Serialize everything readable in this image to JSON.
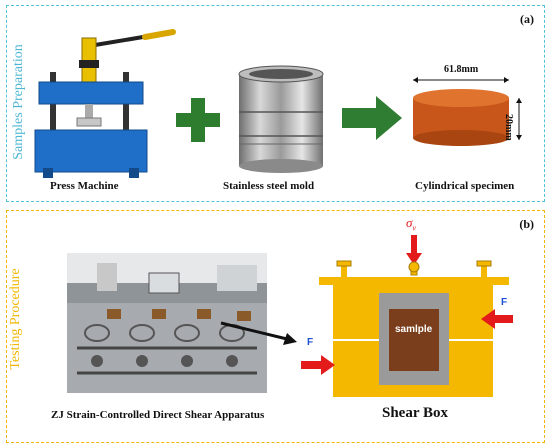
{
  "panel_a": {
    "side_label": "Samples Preparation",
    "letter": "(a)",
    "press_caption": "Press Machine",
    "mold_caption": "Stainless steel mold",
    "specimen_caption": "Cylindrical specimen",
    "diameter_label": "61.8mm",
    "height_label": "20mm"
  },
  "panel_b": {
    "side_label": "Testing Procedure",
    "letter": "(b)",
    "apparatus_caption": "ZJ Strain-Controlled Direct Shear Apparatus",
    "shear_box_caption": "Shear Box",
    "sample_label": "samlple",
    "force_left": "F",
    "force_right": "F",
    "normal_stress_symbol": "σ",
    "normal_stress_subscript": "v"
  },
  "colors": {
    "panel_a_border": "#4fc3d9",
    "panel_b_border": "#f2b600",
    "press_blue": "#1f6fc9",
    "plus_green": "#2e7d2e",
    "arrow_green": "#2f7d32",
    "specimen_orange": "#c8561a",
    "shear_box_yellow": "#f5b800",
    "sample_brown": "#7a3e1c",
    "force_red": "#e31b1b"
  }
}
